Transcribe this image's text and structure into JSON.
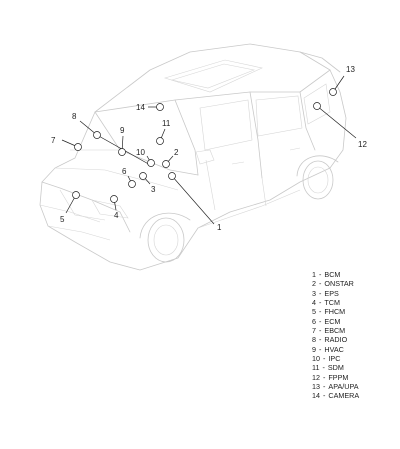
{
  "diagram": {
    "callouts": [
      {
        "num": "1",
        "name": "BCM"
      },
      {
        "num": "2",
        "name": "ONSTAR"
      },
      {
        "num": "3",
        "name": "EPS"
      },
      {
        "num": "4",
        "name": "TCM"
      },
      {
        "num": "5",
        "name": "FHCM"
      },
      {
        "num": "6",
        "name": "ECM"
      },
      {
        "num": "7",
        "name": "EBCM"
      },
      {
        "num": "8",
        "name": "RADIO"
      },
      {
        "num": "9",
        "name": "HVAC"
      },
      {
        "num": "10",
        "name": "IPC"
      },
      {
        "num": "11",
        "name": "SDM"
      },
      {
        "num": "12",
        "name": "FPPM"
      },
      {
        "num": "13",
        "name": "APA/UPA"
      },
      {
        "num": "14",
        "name": "CAMERA"
      }
    ],
    "legend_dash": "-"
  }
}
